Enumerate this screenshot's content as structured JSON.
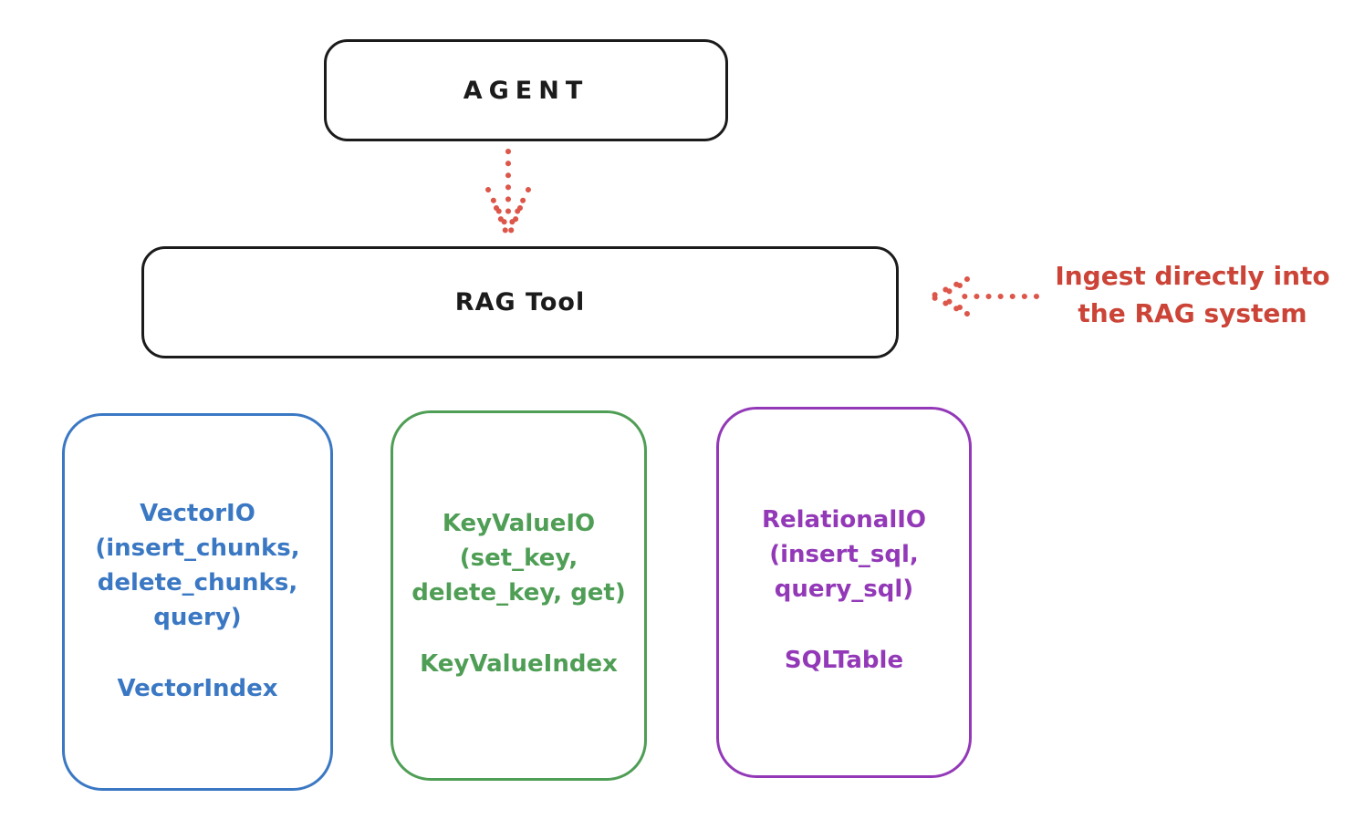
{
  "diagram": {
    "agent_box": {
      "label": "AGENT",
      "border_color": "#1b1b1b"
    },
    "rag_tool_box": {
      "label": "RAG Tool",
      "border_color": "#1b1b1b"
    },
    "annotation": {
      "line1": "Ingest directly into",
      "line2": "the RAG system",
      "color": "#cb4437"
    },
    "arrows": {
      "agent_to_rag": {
        "style": "dotted",
        "direction": "down",
        "color": "#dd564a"
      },
      "annotation_to_rag": {
        "style": "dotted",
        "direction": "left",
        "color": "#dd564a"
      }
    },
    "cards": [
      {
        "id": "vector-io",
        "lines": [
          "VectorIO",
          "(insert_chunks,",
          "delete_chunks,",
          "query)"
        ],
        "index_label": "VectorIndex",
        "color": "#3b78c4"
      },
      {
        "id": "keyvalue-io",
        "lines": [
          "KeyValueIO",
          "(set_key,",
          "delete_key, get)"
        ],
        "index_label": "KeyValueIndex",
        "color": "#4f9e55"
      },
      {
        "id": "relational-io",
        "lines": [
          "RelationalIO",
          "(insert_sql,",
          "query_sql)"
        ],
        "index_label": "SQLTable",
        "color": "#9339b8"
      }
    ]
  }
}
